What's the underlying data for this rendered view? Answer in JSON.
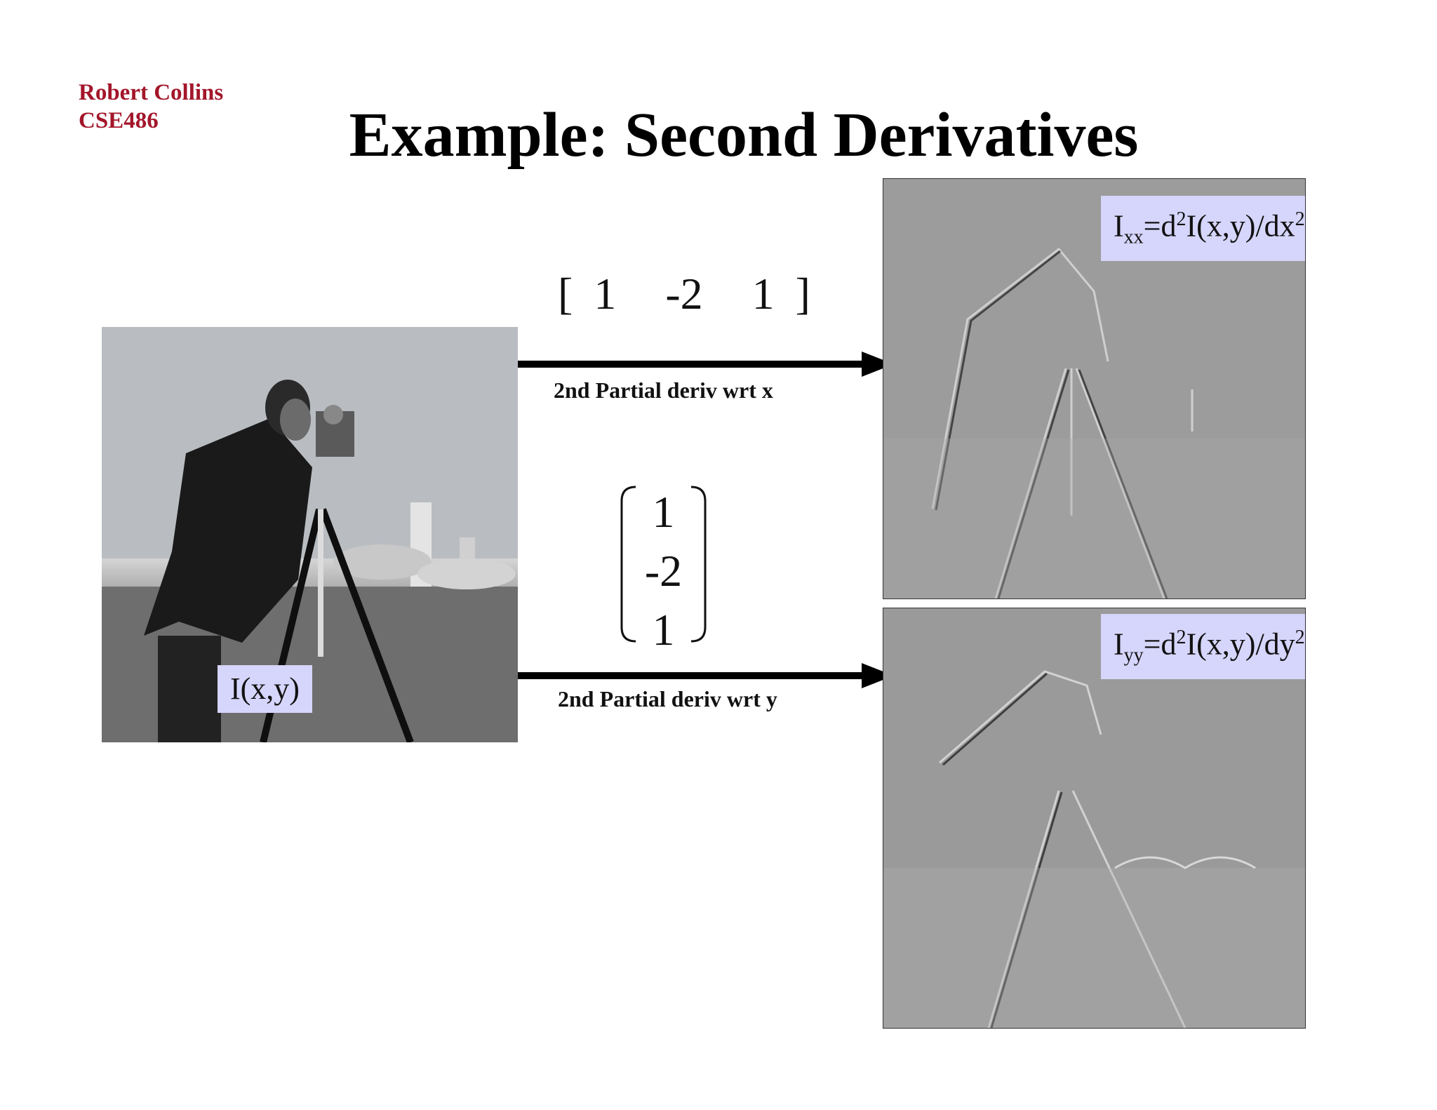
{
  "header": {
    "author_line1": "Robert Collins",
    "author_line2": "CSE486",
    "title": "Example: Second Derivatives"
  },
  "source": {
    "label": "I(x,y)"
  },
  "row_kernel": {
    "values": [
      "[",
      "1",
      "-2",
      "1",
      "]"
    ]
  },
  "col_kernel": {
    "values": [
      "1",
      "-2",
      "1"
    ]
  },
  "captions": {
    "x": "2nd Partial deriv  wrt x",
    "y": "2nd Partial deriv  wrt y"
  },
  "results": {
    "ixx": {
      "I": "I",
      "sub": "xx",
      "mid": "=d",
      "sup1": "2",
      "rest": "I(x,y)/dx",
      "sup2": "2"
    },
    "iyy": {
      "I": "I",
      "sub": "yy",
      "mid": "=d",
      "sup1": "2",
      "rest": "I(x,y)/dy",
      "sup2": "2"
    }
  },
  "colors": {
    "author": "#a3162a",
    "label_bg": "#d6d5fb"
  }
}
